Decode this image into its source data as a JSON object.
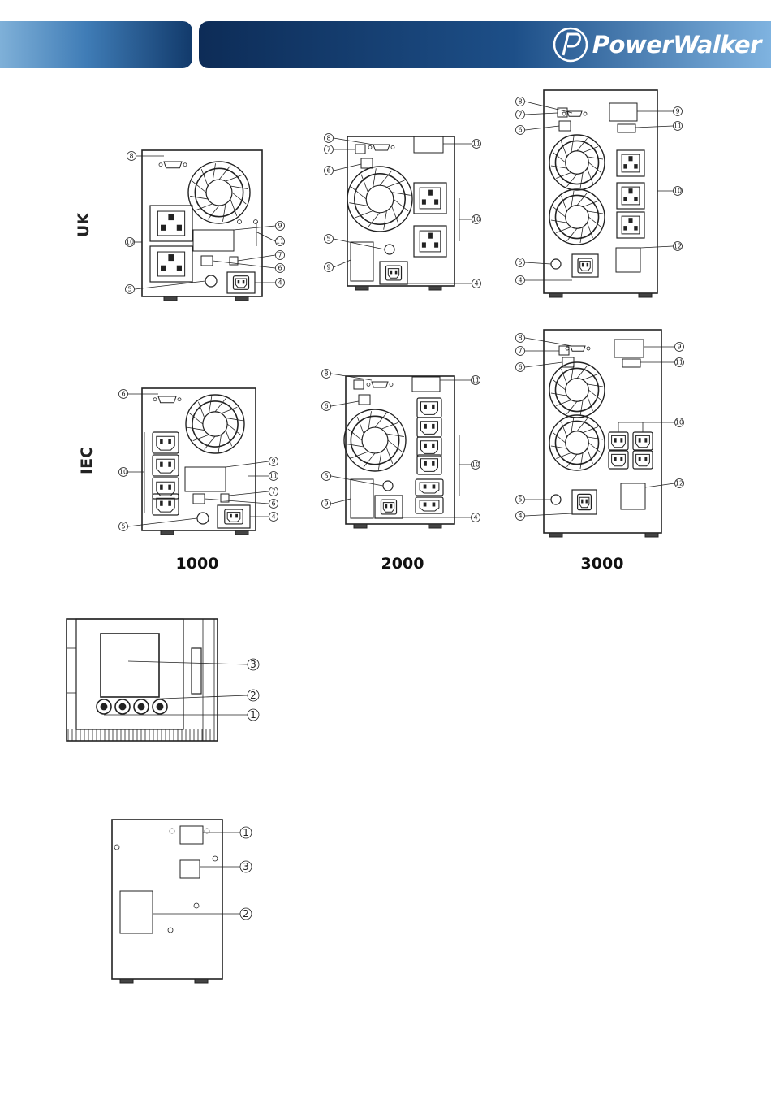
{
  "header": {
    "brand": "PowerWalker"
  },
  "rows": {
    "uk": "UK",
    "iec": "IEC"
  },
  "models": {
    "m1000": "1000",
    "m2000": "2000",
    "m3000": "3000"
  },
  "callouts": {
    "uk_1000": [
      "8",
      "10",
      "5",
      "9",
      "11",
      "7",
      "6",
      "4"
    ],
    "uk_2000": [
      "8",
      "7",
      "6",
      "5",
      "9",
      "11",
      "10",
      "4"
    ],
    "uk_3000": [
      "8",
      "7",
      "6",
      "5",
      "4",
      "9",
      "11",
      "10",
      "12"
    ],
    "iec_1000": [
      "6",
      "10",
      "5",
      "9",
      "11",
      "7",
      "6",
      "4"
    ],
    "iec_2000": [
      "8",
      "6",
      "5",
      "9",
      "11",
      "10",
      "4"
    ],
    "iec_3000": [
      "8",
      "7",
      "6",
      "5",
      "4",
      "9",
      "11",
      "10",
      "12"
    ],
    "front_panel": [
      "3",
      "2",
      "1"
    ],
    "battery_pack": [
      "1",
      "3",
      "2"
    ]
  },
  "colors": {
    "header_dark": "#0d2c57",
    "header_light": "#7fb3e0",
    "line": "#222222"
  }
}
